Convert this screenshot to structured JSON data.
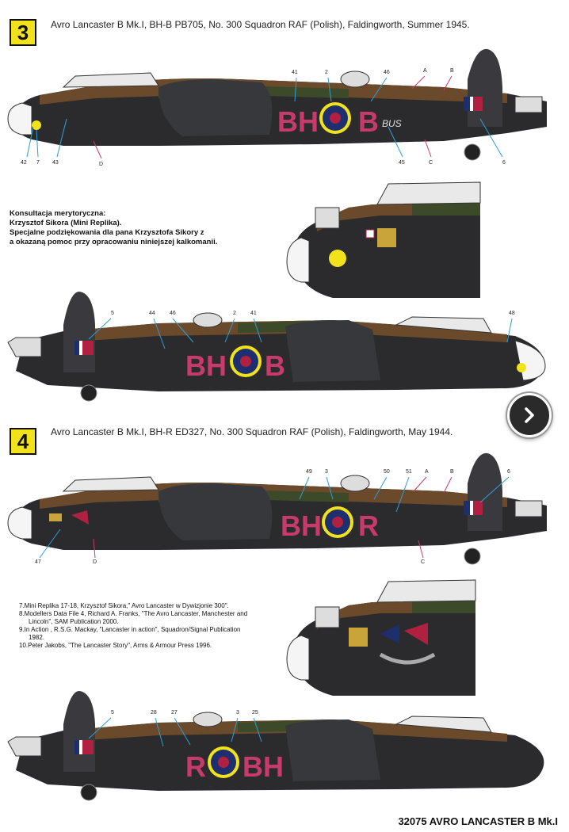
{
  "scheme3": {
    "number": "3",
    "title": "Avro Lancaster B Mk.I, BH-B PB705, No. 300 Squadron RAF (Polish), Faldingworth, Summer 1945.",
    "code_left": "BH",
    "code_right": "B",
    "nose_art": "BUS",
    "callouts_top": [
      "41",
      "2",
      "46",
      "A",
      "B"
    ],
    "callouts_bottom": [
      "42",
      "7",
      "43",
      "D",
      "45",
      "C",
      "6"
    ],
    "callouts_starboard": [
      "5",
      "44",
      "46",
      "2",
      "41",
      "48"
    ]
  },
  "scheme4": {
    "number": "4",
    "title": "Avro Lancaster B Mk.I, BH-R ED327, No. 300 Squadron RAF (Polish), Faldingworth, May 1944.",
    "code_left": "BH",
    "code_right": "R",
    "callouts_top": [
      "49",
      "3",
      "50",
      "51",
      "A",
      "B",
      "6"
    ],
    "callouts_bottom": [
      "47",
      "D",
      "C"
    ],
    "callouts_starboard": [
      "5",
      "28",
      "27",
      "3",
      "25"
    ],
    "code_starboard_left": "R",
    "code_starboard_right": "BH"
  },
  "credits": {
    "lines": [
      "Konsultacja merytoryczna:",
      "Krzysztof Sikora (Mini Replika).",
      "Specjalne podziękowania dla pana Krzysztofa Sikory z",
      "a okazaną pomoc przy opracowaniu niniejszej kalkomanii."
    ]
  },
  "bibliography": [
    "7.Mini Replika 17-18, Krzysztof Sikora,\" Avro Lancaster w Dywizjonie 300\".",
    "8.Modellers Data File 4, Richard A. Franks, \"The Avro Lancaster, Manchester and Lincoln\", SAM Publication 2000.",
    "9.In Action , R.S.G. Mackay, \"Lancaster in action\", Squadron/Signal Publication 1982.",
    "10.Peter Jakobs, \"The Lancaster Story\", Arms & Armour Press 1996."
  ],
  "footer": "32075  AVRO LANCASTER B Mk.I",
  "colors": {
    "dark_earth": "#6b4a2b",
    "dark_green": "#3d4a2a",
    "night_black": "#2b2b2e",
    "code_red": "#c73a6a",
    "roundel_yellow": "#f2e21b",
    "roundel_blue": "#1d2f6e",
    "roundel_red": "#b02040",
    "badge_yellow": "#f2e21b"
  },
  "icons": {
    "next": "chevron-right-icon"
  }
}
